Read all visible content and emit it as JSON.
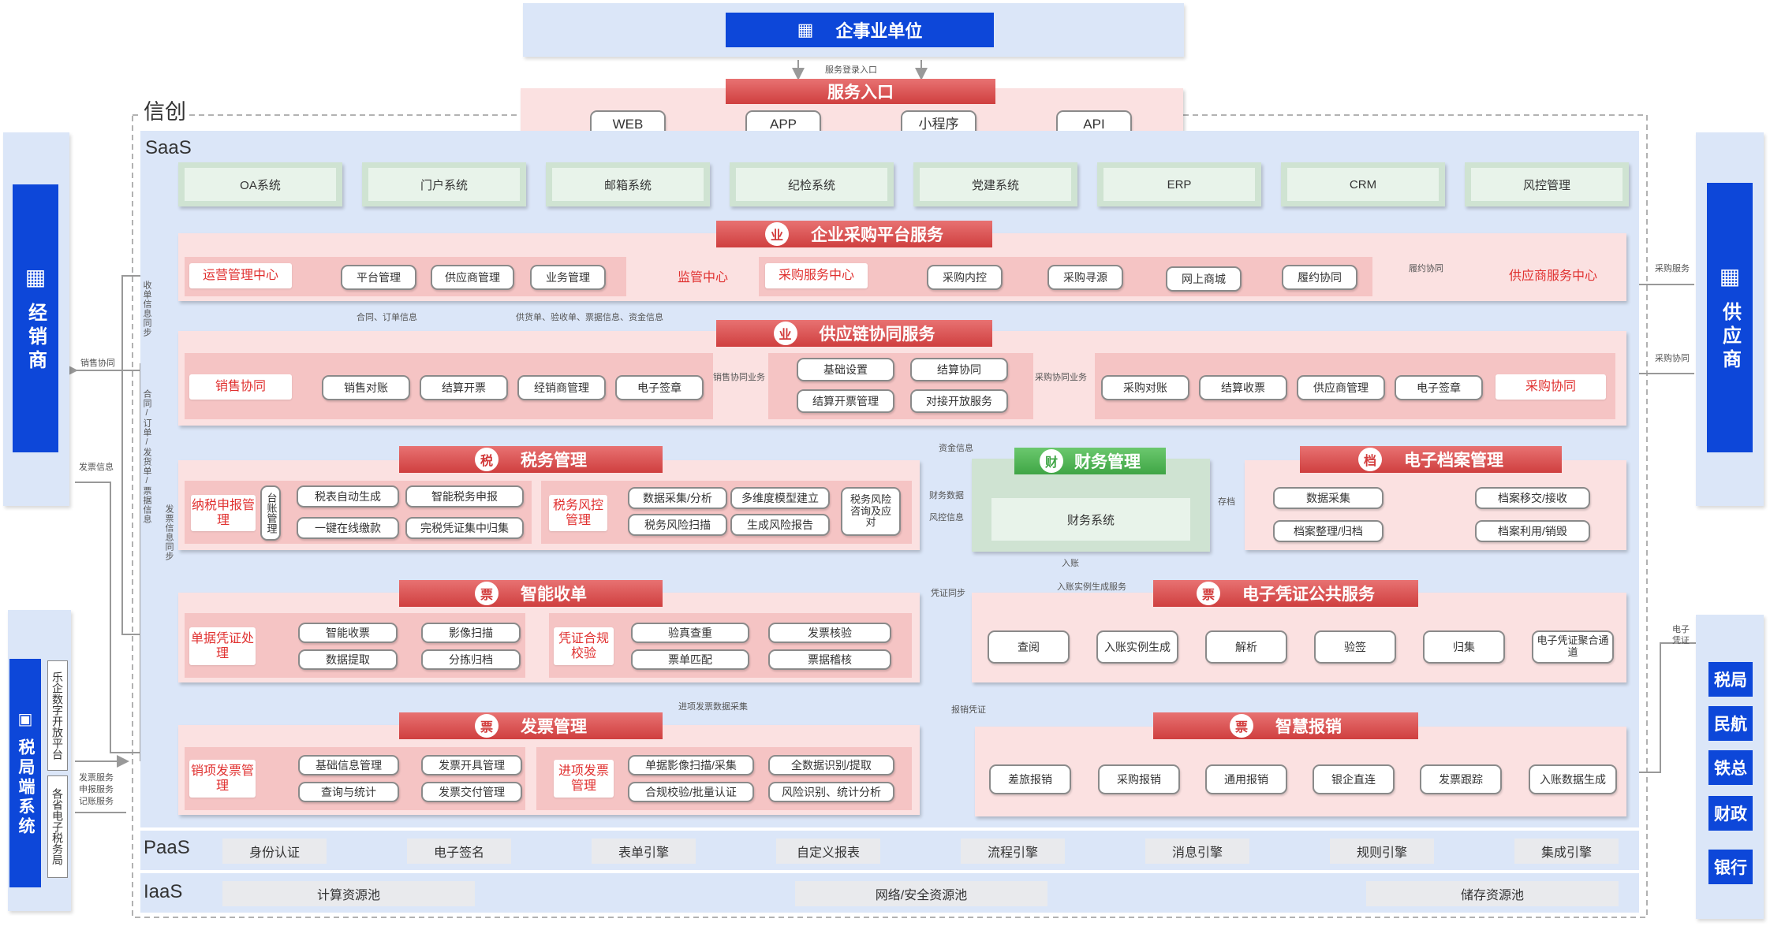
{
  "top": {
    "enterprise": "企事业单位",
    "login_label": "服务登录入口",
    "service_entry": {
      "title": "服务入口",
      "items": [
        "WEB",
        "APP",
        "小程序",
        "API"
      ]
    }
  },
  "xinchuang": "信创",
  "layers": {
    "saas": "SaaS",
    "paas": "PaaS",
    "iaas": "IaaS"
  },
  "saas_systems": [
    "OA系统",
    "门户系统",
    "邮箱系统",
    "纪检系统",
    "党建系统",
    "ERP",
    "CRM",
    "风控管理"
  ],
  "procurement": {
    "badge": "业",
    "title": "企业采购平台服务",
    "ops_center": "运营管理中心",
    "ops_items": [
      "平台管理",
      "供应商管理",
      "业务管理"
    ],
    "supervision": "监管中心",
    "purchase_center": "采购服务中心",
    "purchase_items": [
      "采购内控",
      "采购寻源",
      "网上商城",
      "履约协同"
    ],
    "fulfil_label": "履约协同",
    "supplier_center": "供应商服务中心"
  },
  "supply_chain": {
    "badge": "业",
    "title": "供应链协同服务",
    "sales": "销售协同",
    "sales_items": [
      "销售对账",
      "结算开票",
      "经销商管理",
      "电子签章"
    ],
    "sales_biz": "销售协同业务",
    "middle": [
      "基础设置",
      "结算协同",
      "结算开票管理",
      "对接开放服务"
    ],
    "purchase_biz": "采购协同业务",
    "purchase_items": [
      "采购对账",
      "结算收票",
      "供应商管理",
      "电子签章"
    ],
    "purchase": "采购协同"
  },
  "tax": {
    "badge": "税",
    "title": "税务管理",
    "declare": "纳税申报管理",
    "ledger": "台账管理",
    "items": [
      "税表自动生成",
      "智能税务申报",
      "一键在线缴款",
      "完税凭证集中归集"
    ],
    "risk": "税务风控管理",
    "risk_items": [
      "数据采集/分析",
      "多维度模型建立",
      "税务风险扫描",
      "生成风险报告"
    ],
    "consult": "税务风险咨询及应对"
  },
  "finance": {
    "badge": "财",
    "title": "财务管理",
    "system": "财务系统"
  },
  "archive": {
    "badge": "档",
    "title": "电子档案管理",
    "items": [
      "数据采集",
      "档案移交/接收",
      "档案整理/归档",
      "档案利用/销毁"
    ]
  },
  "receipt": {
    "badge": "票",
    "title": "智能收单",
    "doc": "单据凭证处理",
    "doc_items": [
      "智能收票",
      "影像扫描",
      "数据提取",
      "分拣归档"
    ],
    "verify": "凭证合规校验",
    "verify_items": [
      "验真查重",
      "发票核验",
      "票单匹配",
      "票据稽核"
    ]
  },
  "voucher": {
    "badge": "票",
    "title": "电子凭证公共服务",
    "items": [
      "查阅",
      "入账实例生成",
      "解析",
      "验签",
      "归集",
      "电子凭证聚合通道"
    ]
  },
  "invoice": {
    "badge": "票",
    "title": "发票管理",
    "sales": "销项发票管理",
    "sales_items": [
      "基础信息管理",
      "发票开具管理",
      "查询与统计",
      "发票交付管理"
    ],
    "input": "进项发票管理",
    "input_items": [
      "单据影像扫描/采集",
      "全数据识别/提取",
      "合规校验/批量认证",
      "风险识别、统计分析"
    ]
  },
  "expense": {
    "badge": "票",
    "title": "智慧报销",
    "items": [
      "差旅报销",
      "采购报销",
      "通用报销",
      "银企直连",
      "发票跟踪",
      "入账数据生成"
    ]
  },
  "paas_items": [
    "身份认证",
    "电子签名",
    "表单引擎",
    "自定义报表",
    "流程引擎",
    "消息引擎",
    "规则引擎",
    "集成引擎"
  ],
  "iaas_items": [
    "计算资源池",
    "网络/安全资源池",
    "储存资源池"
  ],
  "left": {
    "dealer": "经销商",
    "tax_system": "税局端系统",
    "tax_platforms": [
      "乐企数字开放平台",
      "各省电子税务局"
    ]
  },
  "right": {
    "supplier": "供应商",
    "institutions": [
      "税局",
      "民航",
      "铁总",
      "财政",
      "银行"
    ]
  },
  "flows": {
    "sales_collab": "销售协同",
    "invoice_info": "发票信息",
    "invoice_services": "发票服务\n申报服务\n记账服务",
    "collect_sync": "收单信息同步",
    "contract_sync": "合同/订单/发货单/票据信息",
    "receipt_sync": "发票信息同步",
    "contract_order": "合同、订单信息",
    "supply_docs": "供货单、验收单、票据信息、资金信息",
    "fund_info": "资金信息",
    "tax_data": "财务数据",
    "risk_info": "风控信息",
    "archive_label": "存档",
    "booking": "入账",
    "booking_gen": "入账实例生成服务",
    "voucher_sync": "凭证同步",
    "input_collect": "进项发票数据采集",
    "expense_voucher": "报销凭证",
    "purchase_service": "采购服务",
    "purchase_collab": "采购协同",
    "e_voucher": "电子凭证"
  }
}
